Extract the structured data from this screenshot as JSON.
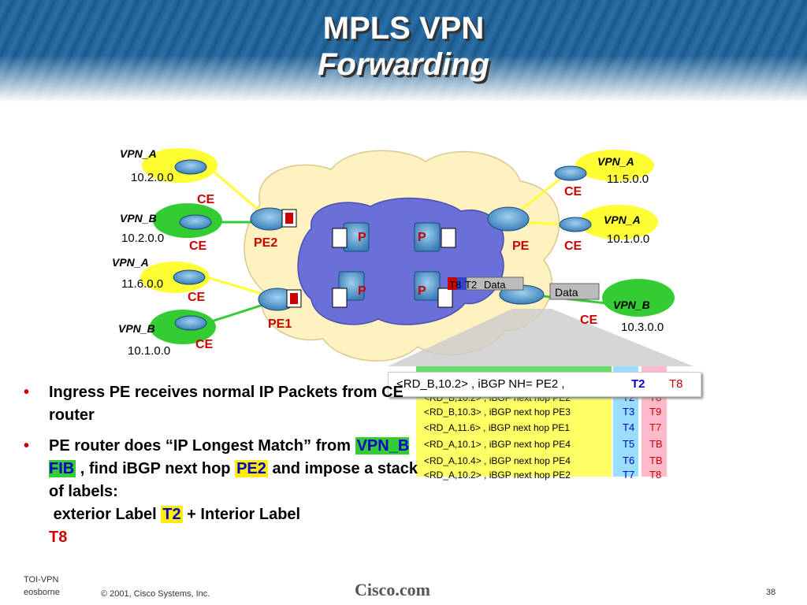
{
  "title": {
    "line1": "MPLS VPN",
    "line2": "Forwarding"
  },
  "diagram": {
    "vpn_labels": [
      "VPN_A",
      "VPN_B",
      "VPN_A",
      "VPN_B",
      "VPN_A",
      "VPN_A",
      "VPN_B"
    ],
    "networks": [
      "10.2.0.0",
      "10.2.0.0",
      "11.6.0.0",
      "10.1.0.0",
      "11.5.0.0",
      "10.1.0.0",
      "10.3.0.0"
    ],
    "ce_labels": [
      "CE",
      "CE",
      "CE",
      "CE",
      "CE",
      "CE",
      "CE"
    ],
    "pe_labels": [
      "PE2",
      "PE1",
      "PE"
    ],
    "p_labels": [
      "P",
      "P",
      "P",
      "P"
    ],
    "packet1": {
      "t8": "T8",
      "t2": "T2",
      "data": "Data"
    },
    "packet2": {
      "data": "Data"
    }
  },
  "table": {
    "header": {
      "text": "<RD_B,10.2> , iBGP NH= PE2 ,",
      "t": "T2",
      "u": "T8"
    },
    "rows": [
      {
        "text": "<RD_B,10.2> , iBGP next hop PE2",
        "t": "T2",
        "u": "T8"
      },
      {
        "text": "<RD_B,10.3> , iBGP next hop PE3",
        "t": "T3",
        "u": "T9"
      },
      {
        "text": "<RD_A,11.6> , iBGP next hop PE1",
        "t": "T4",
        "u": "T7"
      },
      {
        "text": "<RD_A,10.1> , iBGP next hop PE4",
        "t": "T5",
        "u": "TB"
      },
      {
        "text": "<RD_A,10.4> , iBGP next hop PE4",
        "t": "T6",
        "u": "TB"
      },
      {
        "text": "<RD_A,10.2> , iBGP next hop PE2",
        "t": "T7",
        "u": "T8"
      }
    ]
  },
  "bullets": {
    "b1": "Ingress PE receives normal IP Packets from CE router",
    "b2_pre": "PE router does “IP Longest Match” from ",
    "b2_fib": "VPN_B FIB",
    "b2_mid": " , find iBGP next hop ",
    "b2_pe2": "PE2",
    "b2_post": " and  impose a stack of labels:",
    "b2_ext": "exterior Label ",
    "b2_t2": "T2",
    "b2_plus": " + Interior Label",
    "b2_t8": "T8",
    "bullet_char": "•"
  },
  "footer": {
    "toi": "TOI-VPN",
    "author": "eosborne",
    "copyright": "© 2001, Cisco Systems, Inc.",
    "brand": "Cisco.com",
    "page": "38"
  },
  "colors": {
    "red": "#cc0000",
    "blue": "#0000cc",
    "green": "#33cc33",
    "yellow": "#ffee00",
    "cloud": "#fff2c0",
    "core": "#6b6fd8"
  }
}
